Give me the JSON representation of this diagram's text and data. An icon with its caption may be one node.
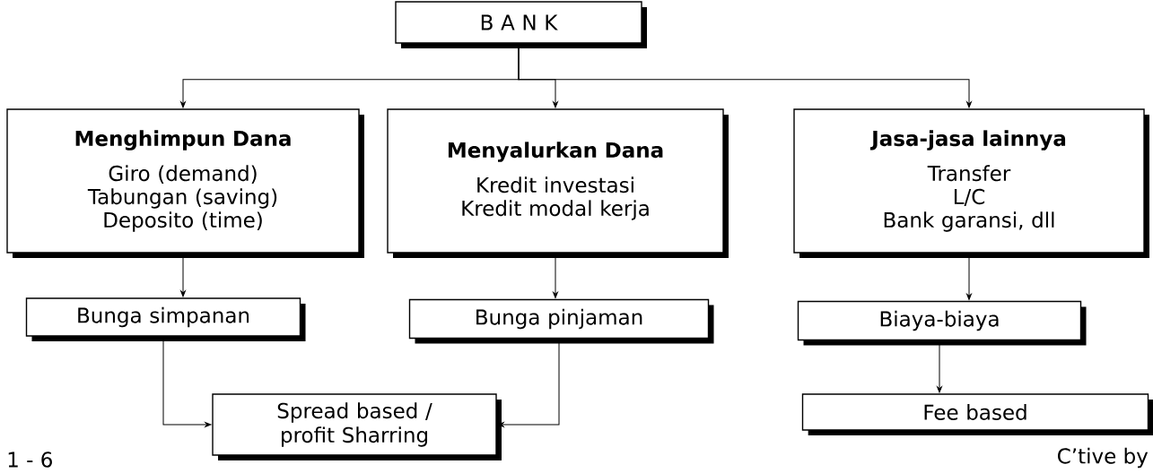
{
  "diagram": {
    "nodes": [
      {
        "text": [
          "B A N K"
        ]
      },
      {
        "text": [
          "Menghimpun Dana",
          "Giro (demand)",
          "Tabungan (saving)",
          "Deposito (time)"
        ]
      },
      {
        "text": [
          "Menyalurkan Dana",
          "Kredit investasi",
          "Kredit modal kerja"
        ]
      },
      {
        "text": [
          "Jasa-jasa lainnya",
          "Transfer",
          "L/C",
          "Bank garansi, dll"
        ]
      },
      {
        "text": [
          "Bunga simpanan"
        ]
      },
      {
        "text": [
          "Bunga pinjaman"
        ]
      },
      {
        "text": [
          "Biaya-biaya"
        ]
      },
      {
        "text": [
          "Spread based / profit Sharring"
        ]
      },
      {
        "text": [
          "Fee based"
        ]
      }
    ],
    "edges": [
      {
        "from": 0,
        "to": 1,
        "arrow": "to"
      },
      {
        "from": 0,
        "to": 2,
        "arrow": "to"
      },
      {
        "from": 0,
        "to": 3,
        "arrow": "to"
      },
      {
        "from": 1,
        "to": 4,
        "arrow": "to"
      },
      {
        "from": 2,
        "to": 5,
        "arrow": "to"
      },
      {
        "from": 3,
        "to": 6,
        "arrow": "to"
      },
      {
        "from": 4,
        "to": 7,
        "arrow": "to"
      },
      {
        "from": 5,
        "to": 7,
        "arrow": "to"
      },
      {
        "from": 6,
        "to": 8,
        "arrow": "to"
      }
    ],
    "labels": [
      "1 - 6",
      "C’tive by"
    ]
  }
}
